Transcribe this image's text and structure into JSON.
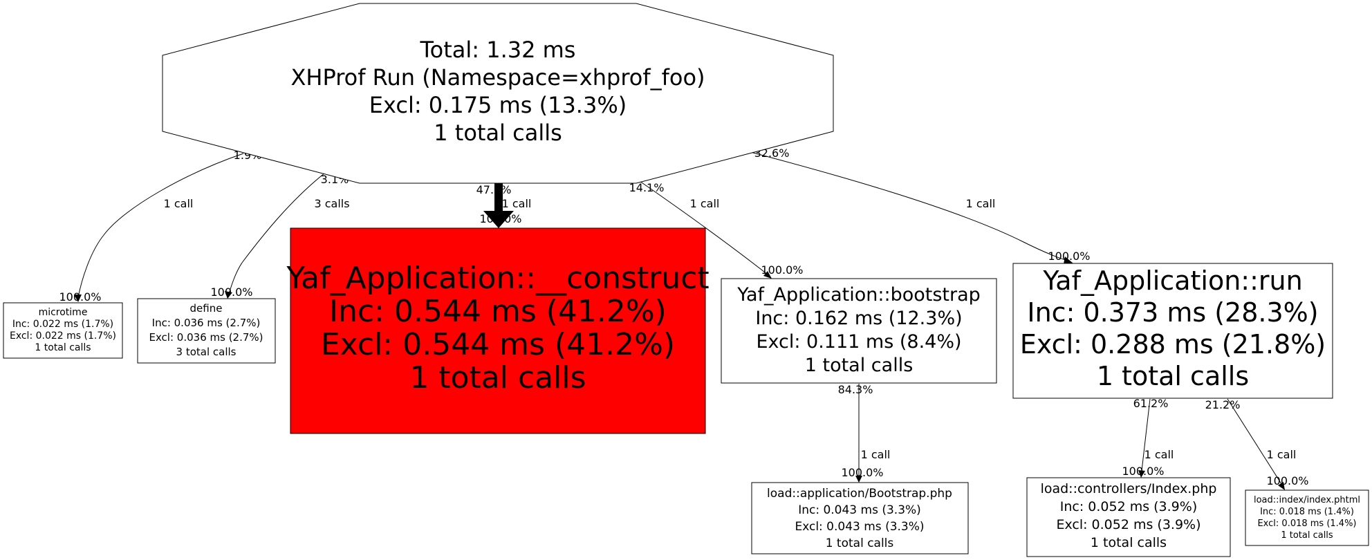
{
  "nodes": {
    "root": {
      "lines": [
        "Total: 1.32 ms",
        "XHProf Run (Namespace=xhprof_foo)",
        "Excl: 0.175 ms (13.3%)",
        "1 total calls"
      ],
      "fill": "#ffffff"
    },
    "microtime": {
      "lines": [
        "microtime",
        "Inc: 0.022 ms (1.7%)",
        "Excl: 0.022 ms (1.7%)",
        "1 total calls"
      ],
      "fill": "#ffffff"
    },
    "define": {
      "lines": [
        "define",
        "Inc: 0.036 ms (2.7%)",
        "Excl: 0.036 ms (2.7%)",
        "3 total calls"
      ],
      "fill": "#ffffff"
    },
    "construct": {
      "lines": [
        "Yaf_Application::__construct",
        "Inc: 0.544 ms (41.2%)",
        "Excl: 0.544 ms (41.2%)",
        "1 total calls"
      ],
      "fill": "#ff0000"
    },
    "bootstrap": {
      "lines": [
        "Yaf_Application::bootstrap",
        "Inc: 0.162 ms (12.3%)",
        "Excl: 0.111 ms (8.4%)",
        "1 total calls"
      ],
      "fill": "#ffffff"
    },
    "run": {
      "lines": [
        "Yaf_Application::run",
        "Inc: 0.373 ms (28.3%)",
        "Excl: 0.288 ms (21.8%)",
        "1 total calls"
      ],
      "fill": "#ffffff"
    },
    "bootstrap_php": {
      "lines": [
        "load::application/Bootstrap.php",
        "Inc: 0.043 ms (3.3%)",
        "Excl: 0.043 ms (3.3%)",
        "1 total calls"
      ],
      "fill": "#ffffff"
    },
    "index_php": {
      "lines": [
        "load::controllers/Index.php",
        "Inc: 0.052 ms (3.9%)",
        "Excl: 0.052 ms (3.9%)",
        "1 total calls"
      ],
      "fill": "#ffffff"
    },
    "index_phtml": {
      "lines": [
        "load::index/index.phtml",
        "Inc: 0.018 ms (1.4%)",
        "Excl: 0.018 ms (1.4%)",
        "1 total calls"
      ],
      "fill": "#ffffff"
    }
  },
  "edges": {
    "root_microtime": {
      "from_pct": "1.9%",
      "calls": "1 call",
      "to_pct": "100.0%"
    },
    "root_define": {
      "from_pct": "3.1%",
      "calls": "3 calls",
      "to_pct": "100.0%"
    },
    "root_construct": {
      "from_pct": "47.1%",
      "calls": "1 call",
      "to_pct": "100.0%"
    },
    "root_bootstrap": {
      "from_pct": "14.1%",
      "calls": "1 call",
      "to_pct": "100.0%"
    },
    "root_run": {
      "from_pct": "32.6%",
      "calls": "1 call",
      "to_pct": "100.0%"
    },
    "bootstrap_bootstrapphp": {
      "from_pct": "84.3%",
      "calls": "1 call",
      "to_pct": "100.0%"
    },
    "run_indexphp": {
      "from_pct": "61.2%",
      "calls": "1 call",
      "to_pct": "100.0%"
    },
    "run_indexphtml": {
      "from_pct": "21.2%",
      "calls": "1 call",
      "to_pct": "100.0%"
    }
  }
}
